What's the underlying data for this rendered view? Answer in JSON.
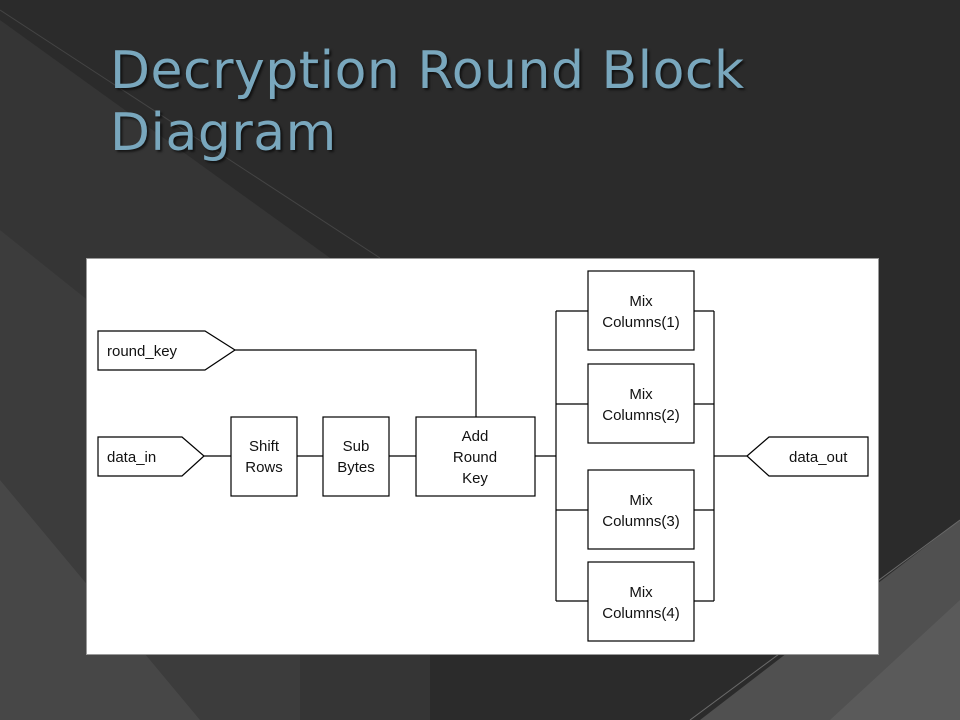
{
  "slide": {
    "title_line1": "Decryption Round Block",
    "title_line2": "Diagram"
  },
  "colors": {
    "background": "#2b2b2b",
    "title": "#79a7bd",
    "panel": "#ffffff",
    "stroke": "#000000"
  },
  "diagram": {
    "inputs": {
      "round_key": "round_key",
      "data_in": "data_in"
    },
    "output": "data_out",
    "blocks": {
      "shift_rows": [
        "Shift",
        "Rows"
      ],
      "sub_bytes": [
        "Sub",
        "Bytes"
      ],
      "add_round_key": [
        "Add",
        "Round",
        "Key"
      ],
      "mix_columns": [
        [
          "Mix",
          "Columns(1)"
        ],
        [
          "Mix",
          "Columns(2)"
        ],
        [
          "Mix",
          "Columns(3)"
        ],
        [
          "Mix",
          "Columns(4)"
        ]
      ]
    }
  }
}
